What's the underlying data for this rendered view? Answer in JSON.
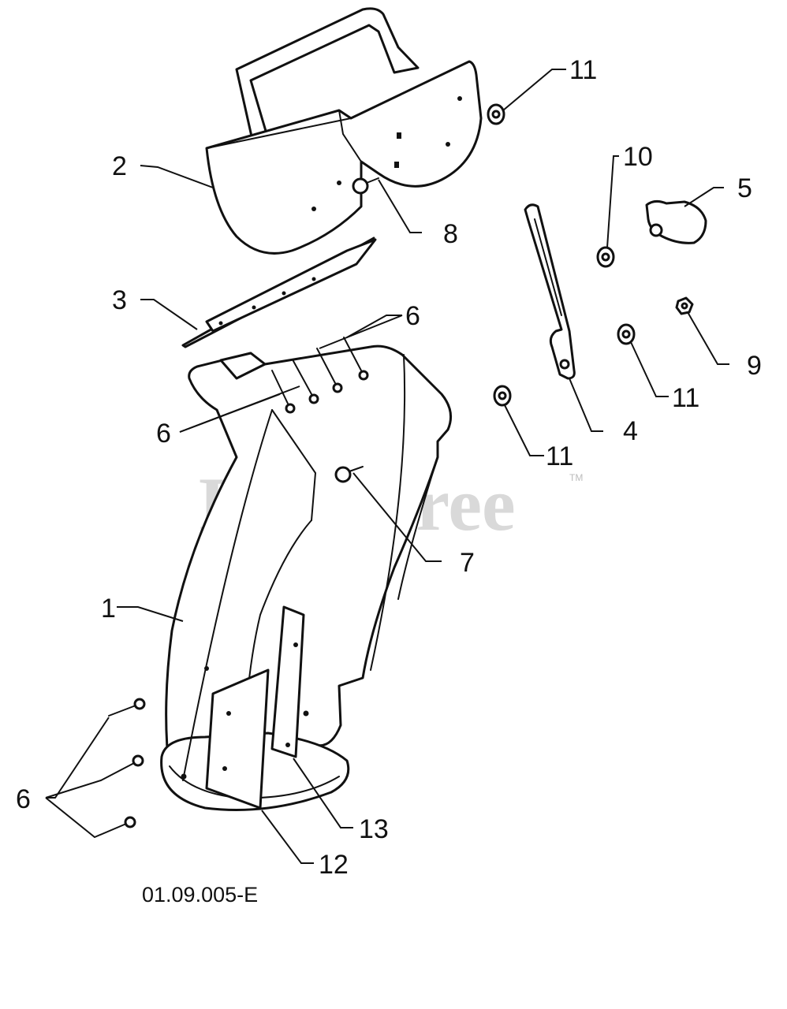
{
  "watermark": {
    "text": "PartsTree",
    "trademark": "TM"
  },
  "drawing_number": "01.09.005-E",
  "callouts": {
    "c1": "1",
    "c2": "2",
    "c3": "3",
    "c4": "4",
    "c5": "5",
    "c6_top": "6",
    "c6_mid": "6",
    "c6_left": "6",
    "c7": "7",
    "c8": "8",
    "c9": "9",
    "c10": "10",
    "c11_top": "11",
    "c11_mid": "11",
    "c11_low": "11",
    "c12": "12",
    "c13": "13"
  }
}
